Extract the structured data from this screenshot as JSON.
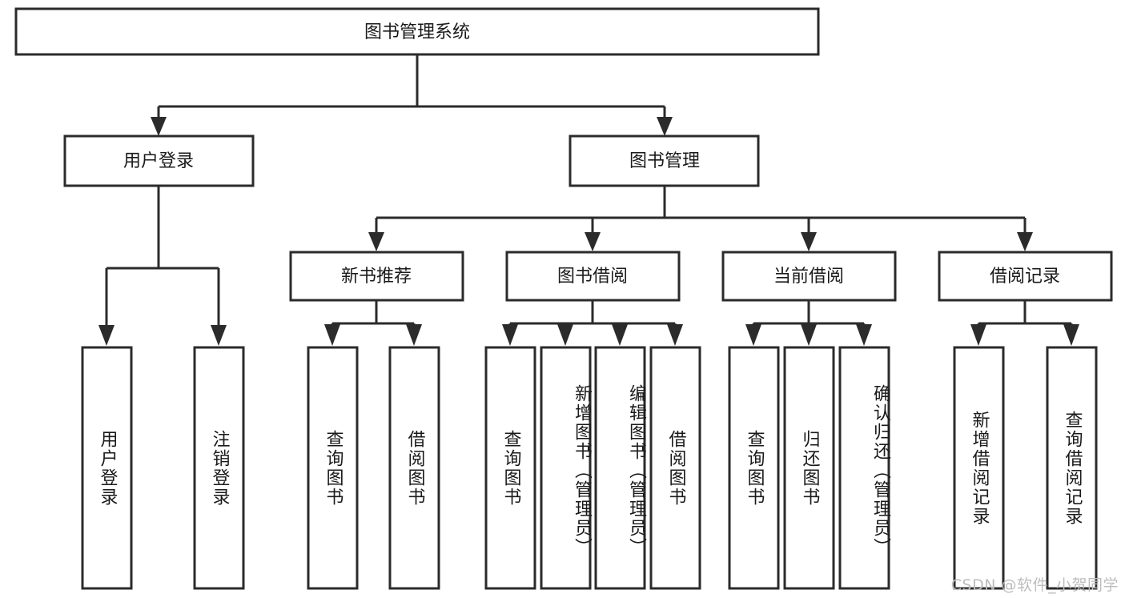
{
  "diagram": {
    "type": "tree",
    "title": "图书管理系统",
    "watermark": "CSDN @软件_小贺同学",
    "root": {
      "id": "root",
      "label": "图书管理系统",
      "level": 1
    },
    "level2": [
      {
        "id": "user-login",
        "label": "用户登录",
        "level": 2
      },
      {
        "id": "book-management",
        "label": "图书管理",
        "level": 2
      }
    ],
    "level3": [
      {
        "id": "new-book-recommend",
        "label": "新书推荐",
        "level": 3,
        "parent": "book-management"
      },
      {
        "id": "book-borrow",
        "label": "图书借阅",
        "level": 3,
        "parent": "book-management"
      },
      {
        "id": "current-borrow",
        "label": "当前借阅",
        "level": 3,
        "parent": "book-management"
      },
      {
        "id": "borrow-record",
        "label": "借阅记录",
        "level": 3,
        "parent": "book-management"
      }
    ],
    "leaves": [
      {
        "id": "leaf-user-login",
        "label": "用户登录",
        "parent": "user-login"
      },
      {
        "id": "leaf-logout-login",
        "label": "注销登录",
        "parent": "user-login"
      },
      {
        "id": "leaf-query-book-1",
        "label": "查询图书",
        "parent": "new-book-recommend"
      },
      {
        "id": "leaf-borrow-book-1",
        "label": "借阅图书",
        "parent": "new-book-recommend"
      },
      {
        "id": "leaf-query-book-2",
        "label": "查询图书",
        "parent": "book-borrow"
      },
      {
        "id": "leaf-add-book",
        "label": "新增图书（管理员）",
        "parent": "book-borrow"
      },
      {
        "id": "leaf-edit-book",
        "label": "编辑图书（管理员）",
        "parent": "book-borrow"
      },
      {
        "id": "leaf-borrow-book-2",
        "label": "借阅图书",
        "parent": "book-borrow"
      },
      {
        "id": "leaf-query-book-3",
        "label": "查询图书",
        "parent": "current-borrow"
      },
      {
        "id": "leaf-return-book",
        "label": "归还图书",
        "parent": "current-borrow"
      },
      {
        "id": "leaf-confirm-return",
        "label": "确认归还（管理员）",
        "parent": "current-borrow"
      },
      {
        "id": "leaf-add-record",
        "label": "新增借阅记录",
        "parent": "borrow-record"
      },
      {
        "id": "leaf-query-record",
        "label": "查询借阅记录",
        "parent": "borrow-record"
      }
    ],
    "colors": {
      "stroke": "#2b2b2b",
      "fill": "#ffffff",
      "text": "#1a1a1a",
      "watermark": "#bdbdbd"
    }
  }
}
